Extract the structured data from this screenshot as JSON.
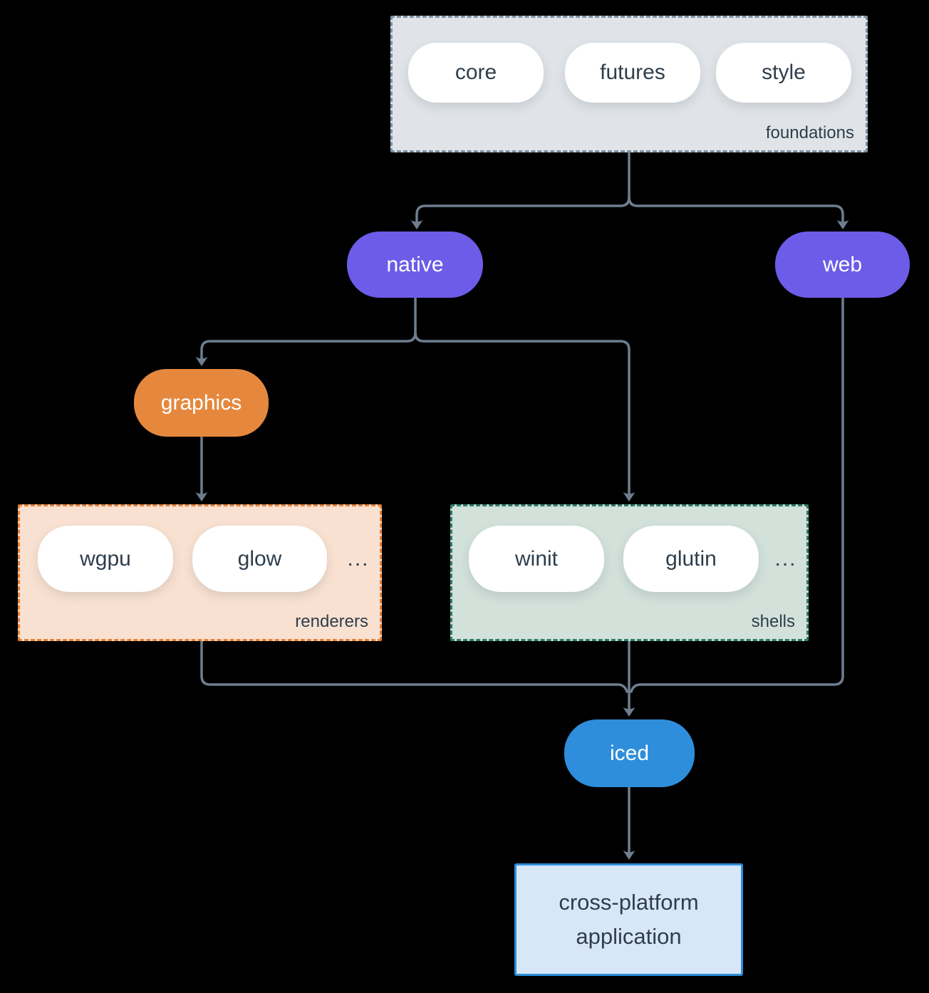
{
  "diagram": {
    "background_color": "#000000",
    "connector_color": "#6e7e8f",
    "foundations": {
      "label": "foundations",
      "fill": "#e0e4e8",
      "border_color": "#7e90a1",
      "pills": [
        "core",
        "futures",
        "style"
      ]
    },
    "native": {
      "label": "native",
      "fill": "#6c5ce8"
    },
    "web": {
      "label": "web",
      "fill": "#6c5ce8"
    },
    "graphics": {
      "label": "graphics",
      "fill": "#e5883e"
    },
    "renderers": {
      "label": "renderers",
      "fill": "#f9e1d1",
      "border_color": "#e5823a",
      "pills": [
        "wgpu",
        "glow"
      ],
      "ellipsis": "..."
    },
    "shells": {
      "label": "shells",
      "fill": "#d2e1da",
      "border_color": "#2e7d6c",
      "pills": [
        "winit",
        "glutin"
      ],
      "ellipsis": "..."
    },
    "iced": {
      "label": "iced",
      "fill": "#2e8edb"
    },
    "application": {
      "label": "cross-platform application",
      "fill": "#d8e7f8",
      "border_color": "#2e8edb"
    }
  }
}
